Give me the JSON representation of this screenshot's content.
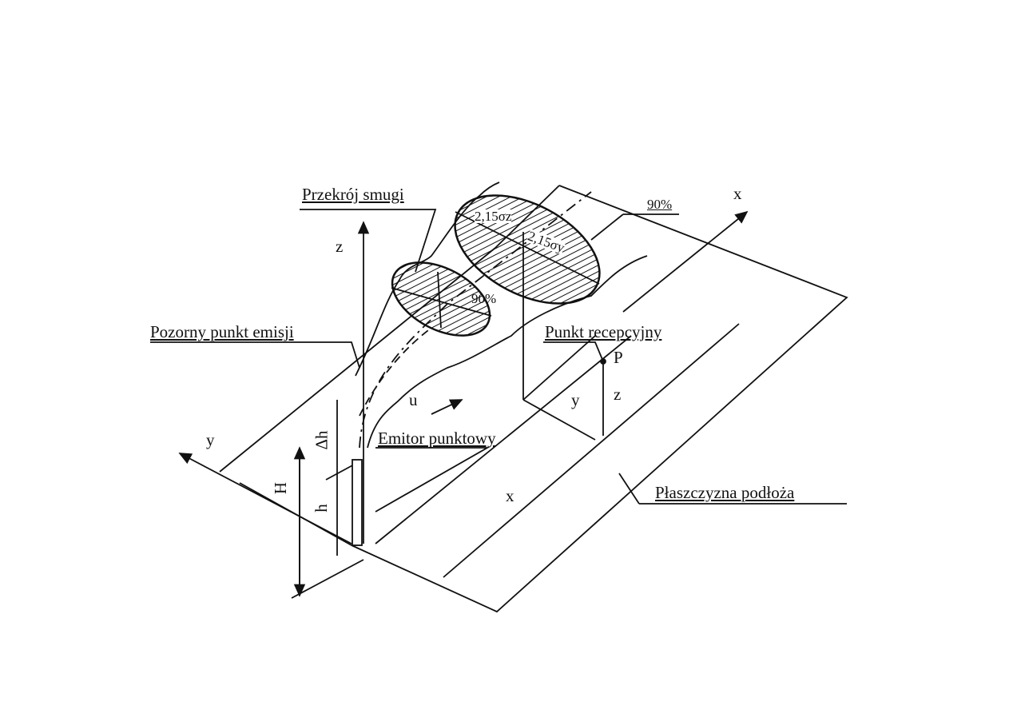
{
  "labels": {
    "plume_cross_section": "Przekrój smugi",
    "virtual_emission_point": "Pozorny punkt emisji",
    "receptor_point": "Punkt recepcyjny",
    "point_emitter": "Emitor punktowy",
    "ground_plane": "Płaszczyzna podłoża",
    "sigma_z": "2,15σz",
    "sigma_y": "2,15σy",
    "pct_large": "90%",
    "pct_small": "90%",
    "axis_x_top": "x",
    "axis_x_ground": "x",
    "axis_y": "y",
    "axis_z": "z",
    "receptor_P": "P",
    "receptor_y": "y",
    "receptor_z": "z",
    "wind_u": "u",
    "H": "H",
    "dh": "Δh",
    "h": "h"
  },
  "colors": {
    "ink": "#111111",
    "background": "#ffffff"
  }
}
